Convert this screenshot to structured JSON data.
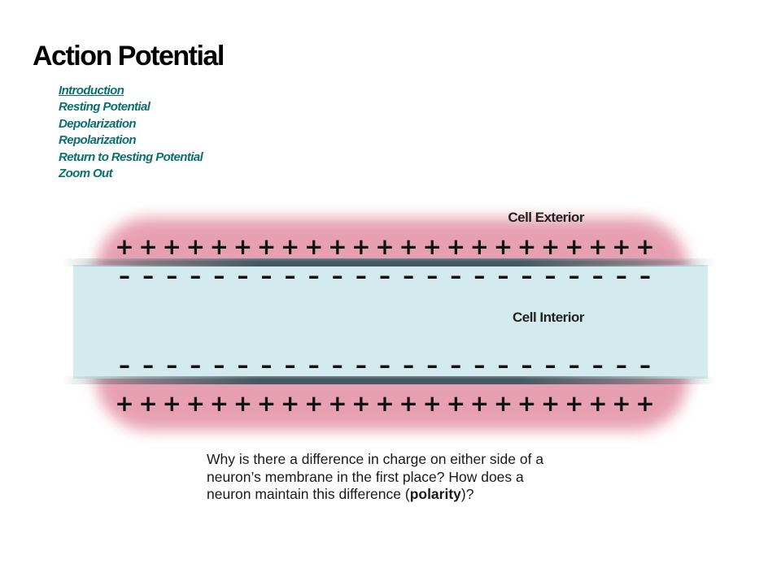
{
  "page": {
    "title": "Action Potential"
  },
  "nav": {
    "items": [
      {
        "label": "Introduction",
        "current": true
      },
      {
        "label": "Resting Potential",
        "current": false
      },
      {
        "label": "Depolarization",
        "current": false
      },
      {
        "label": "Repolarization",
        "current": false
      },
      {
        "label": "Return to Resting Potential",
        "current": false
      },
      {
        "label": "Zoom Out",
        "current": false
      }
    ]
  },
  "diagram": {
    "exterior_label": "Cell Exterior",
    "interior_label": "Cell Interior",
    "positive_symbol": "+",
    "negative_symbol": "–",
    "charges_per_row": 23,
    "colors": {
      "exterior_glow": "#e7a0b2",
      "interior": "#d3ebee",
      "membrane": "#43595f"
    }
  },
  "question": {
    "text_before": "Why is there a difference in charge on either side of a neuron’s membrane in the first place? How does a neuron maintain this difference (",
    "bold_term": "polarity",
    "text_after": ")?"
  }
}
